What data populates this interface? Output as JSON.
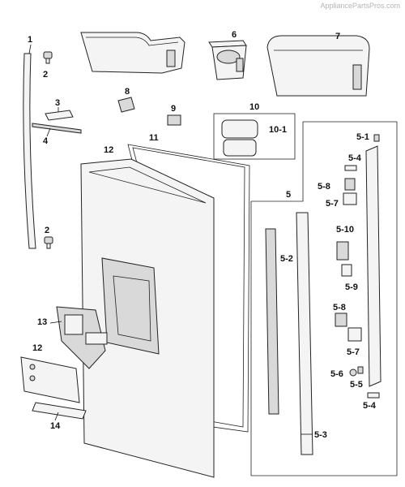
{
  "watermark": "AppliancePartsPros.com",
  "labels": {
    "p1": "1",
    "p2a": "2",
    "p2b": "2",
    "p3": "3",
    "p4": "4",
    "p5": "5",
    "p5_1": "5-1",
    "p5_2": "5-2",
    "p5_3": "5-3",
    "p5_4a": "5-4",
    "p5_4b": "5-4",
    "p5_5": "5-5",
    "p5_6": "5-6",
    "p5_7a": "5-7",
    "p5_7b": "5-7",
    "p5_8a": "5-8",
    "p5_8b": "5-8",
    "p5_9": "5-9",
    "p5_10": "5-10",
    "p6": "6",
    "p7": "7",
    "p8": "8",
    "p9": "9",
    "p10": "10",
    "p10_1": "10-1",
    "p11": "11",
    "p12a": "12",
    "p12b": "12",
    "p13": "13",
    "p14": "14"
  }
}
